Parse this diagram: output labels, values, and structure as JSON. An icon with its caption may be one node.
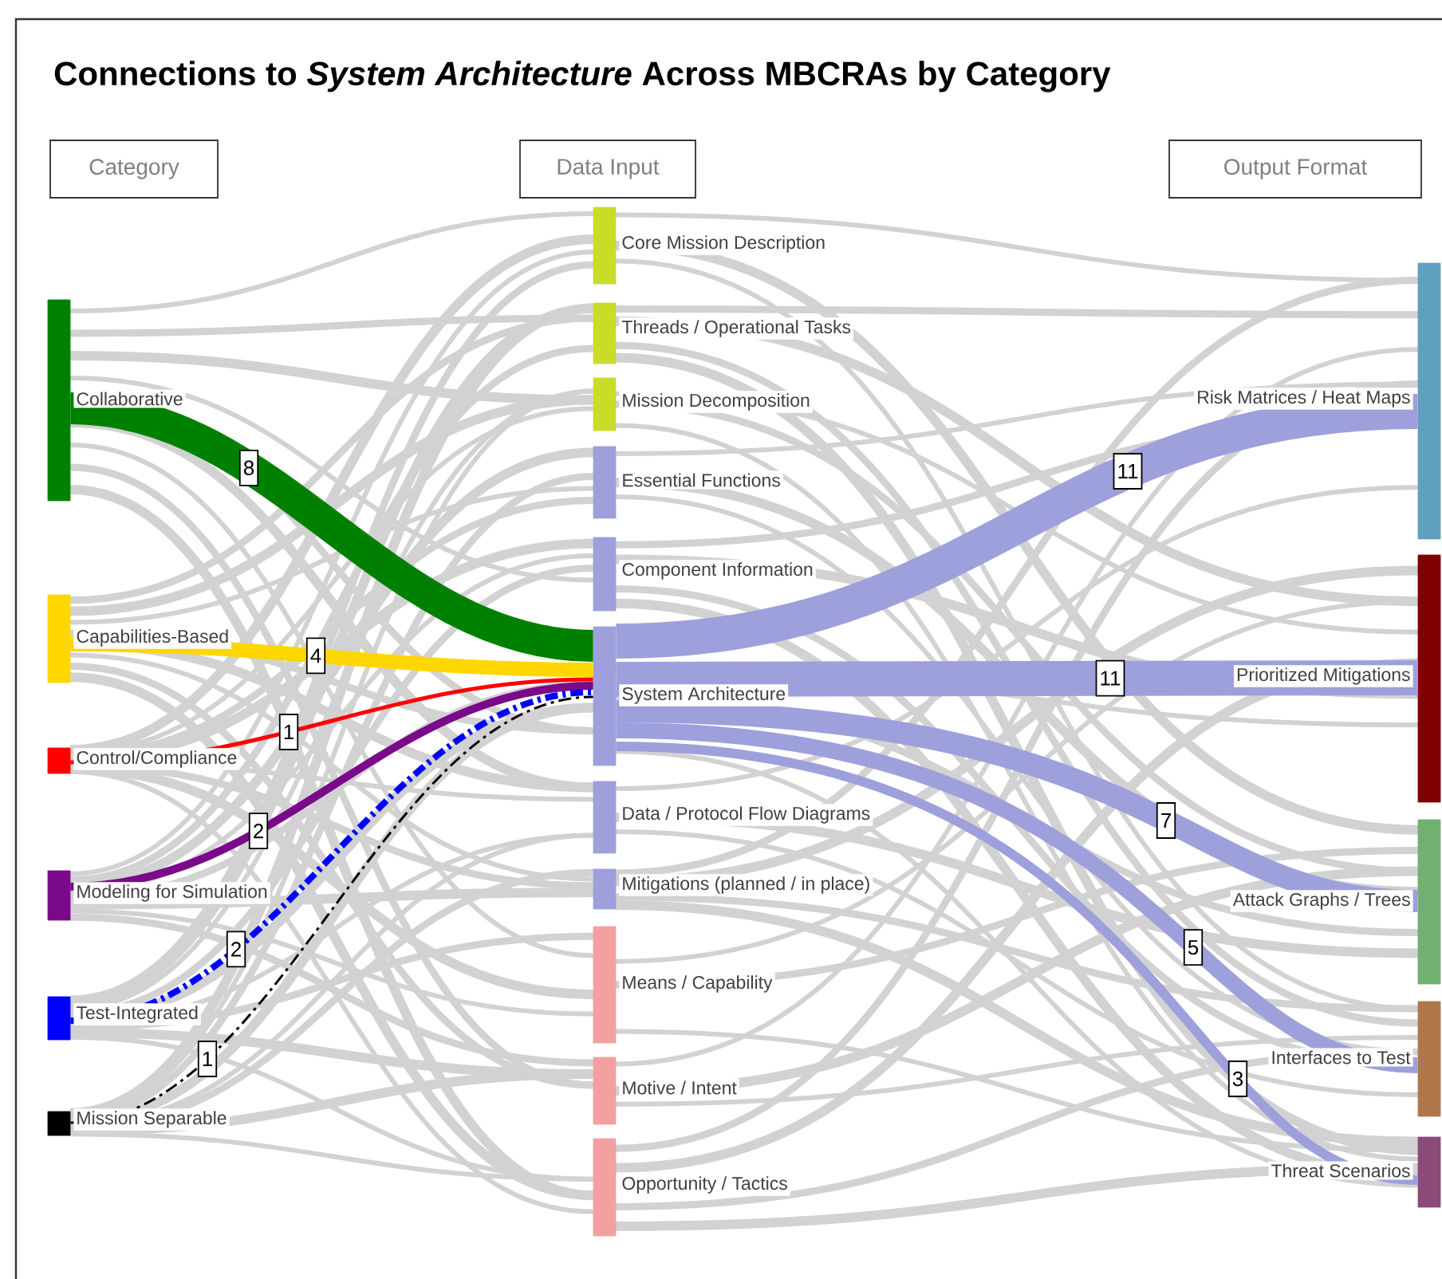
{
  "diagram": {
    "title": "Connections to *System Architecture* Across MBCRAs by Category",
    "nodes": [
      {
        "text": [
          "Category"
        ]
      },
      {
        "text": [
          "Data Input"
        ]
      },
      {
        "text": [
          "Output Format"
        ]
      },
      {
        "text": [
          "Collaborative"
        ]
      },
      {
        "text": [
          "Capabilities-Based"
        ]
      },
      {
        "text": [
          "Control/Compliance"
        ]
      },
      {
        "text": [
          "Modeling for Simulation"
        ]
      },
      {
        "text": [
          "Test-Integrated"
        ]
      },
      {
        "text": [
          "Mission Separable"
        ]
      },
      {
        "text": [
          "Core Mission Description"
        ]
      },
      {
        "text": [
          "Threads / Operational Tasks"
        ]
      },
      {
        "text": [
          "Mission Decomposition"
        ]
      },
      {
        "text": [
          "Essential Functions"
        ]
      },
      {
        "text": [
          "Component Information"
        ]
      },
      {
        "text": [
          "System Architecture"
        ]
      },
      {
        "text": [
          "Data / Protocol Flow Diagrams"
        ]
      },
      {
        "text": [
          "Mitigations (planned / in place)"
        ]
      },
      {
        "text": [
          "Means / Capability"
        ]
      },
      {
        "text": [
          "Motive / Intent"
        ]
      },
      {
        "text": [
          "Opportunity / Tactics"
        ]
      },
      {
        "text": [
          "Risk Matrices / Heat Maps"
        ]
      },
      {
        "text": [
          "Prioritized Mitigations"
        ]
      },
      {
        "text": [
          "Attack Graphs / Trees"
        ]
      },
      {
        "text": [
          "Interfaces to Test"
        ]
      },
      {
        "text": [
          "Threat Scenarios"
        ]
      }
    ],
    "edges": [
      {
        "from": 3,
        "to": 14,
        "arrow": "none",
        "label": "8",
        "color": "#008000",
        "style": "thick"
      },
      {
        "from": 4,
        "to": 14,
        "arrow": "none",
        "label": "4",
        "color": "#ffd700"
      },
      {
        "from": 5,
        "to": 14,
        "arrow": "none",
        "label": "1",
        "color": "#ff0000"
      },
      {
        "from": 6,
        "to": 14,
        "arrow": "none",
        "label": "2",
        "color": "#7a0a8a"
      },
      {
        "from": 7,
        "to": 14,
        "arrow": "none",
        "label": "2",
        "color": "#0000ff",
        "style": "dashed"
      },
      {
        "from": 8,
        "to": 14,
        "arrow": "none",
        "label": "1",
        "color": "#000000",
        "style": "dashed"
      },
      {
        "from": 14,
        "to": 20,
        "arrow": "none",
        "label": "11",
        "color": "#9ea0dc",
        "style": "thick"
      },
      {
        "from": 14,
        "to": 21,
        "arrow": "none",
        "label": "11",
        "color": "#9ea0dc",
        "style": "thick"
      },
      {
        "from": 14,
        "to": 22,
        "arrow": "none",
        "label": "7",
        "color": "#9ea0dc"
      },
      {
        "from": 14,
        "to": 23,
        "arrow": "none",
        "label": "5",
        "color": "#9ea0dc"
      },
      {
        "from": 14,
        "to": 24,
        "arrow": "none",
        "label": "3",
        "color": "#9ea0dc"
      }
    ]
  }
}
